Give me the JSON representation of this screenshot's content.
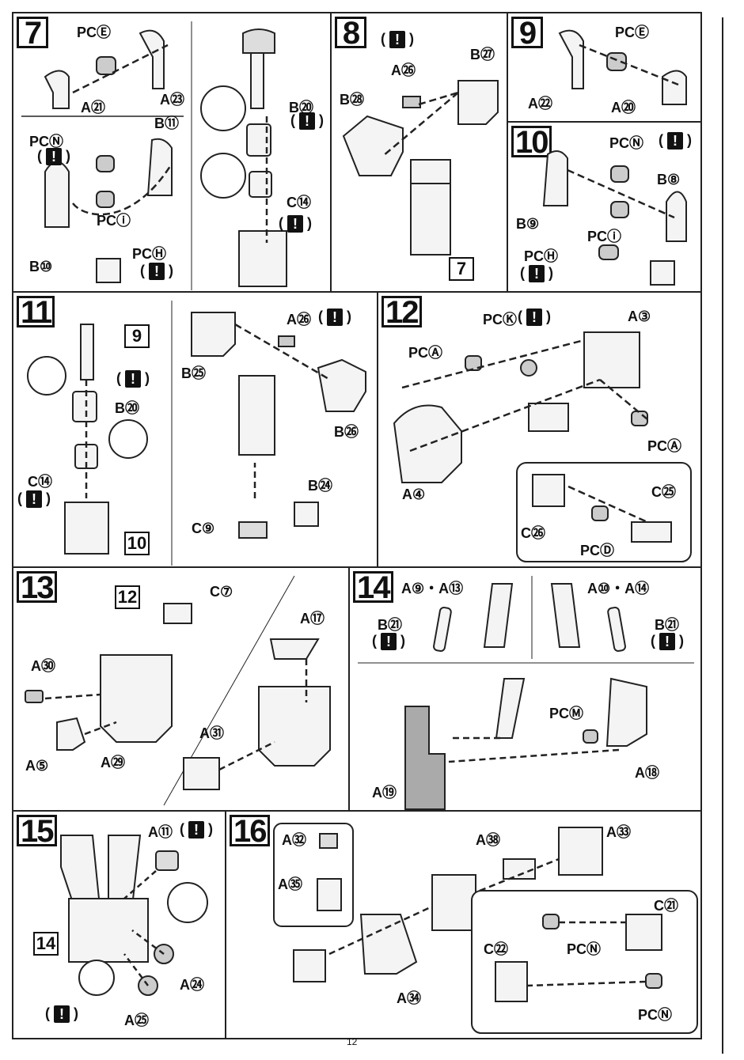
{
  "page_number": "12",
  "steps": {
    "s7": {
      "num": "7",
      "labels": [
        "PCⒺ",
        "A㉓",
        "A㉑",
        "PCⓃ",
        "B⑪",
        "PCⓘ",
        "PCⒽ",
        "B⑩",
        "B⑳",
        "C⑭"
      ]
    },
    "s8": {
      "num": "8",
      "labels": [
        "A㉖",
        "B㉗",
        "B㉘"
      ],
      "ref": "7"
    },
    "s9": {
      "num": "9",
      "labels": [
        "PCⒺ",
        "A㉒",
        "A⑳"
      ]
    },
    "s10": {
      "num": "10",
      "labels": [
        "PCⓃ",
        "B⑧",
        "B⑨",
        "PCⓘ",
        "PCⒽ"
      ]
    },
    "s11": {
      "num": "11",
      "labels": [
        "B⑳",
        "C⑭",
        "B㉕",
        "A㉖",
        "B㉖",
        "B㉔",
        "C⑨"
      ],
      "ref_a": "9",
      "ref_b": "10"
    },
    "s12": {
      "num": "12",
      "labels": [
        "PCⓀ",
        "A③",
        "PCⒶ",
        "A④",
        "PCⒶ",
        "C㉕",
        "C㉖",
        "PCⒹ"
      ]
    },
    "s13": {
      "num": "13",
      "labels": [
        "C⑦",
        "A⑰",
        "A㉚",
        "A⑤",
        "A㉙",
        "A㉛"
      ],
      "ref": "12"
    },
    "s14": {
      "num": "14",
      "labels": [
        "A⑨・A⑬",
        "A⑩・A⑭",
        "B㉑",
        "B㉑",
        "PCⓂ",
        "A⑱",
        "A⑲"
      ]
    },
    "s15": {
      "num": "15",
      "labels": [
        "A⑪",
        "A㉔",
        "A㉕"
      ],
      "ref": "14"
    },
    "s16": {
      "num": "16",
      "labels": [
        "A㉜",
        "A㉟",
        "A㊳",
        "A㉝",
        "C㉑",
        "C㉒",
        "PCⓃ",
        "PCⓃ",
        "A㉞"
      ]
    }
  },
  "warn_glyph": "!",
  "colors": {
    "line": "#222222",
    "part_fill": "#f4f4f4",
    "dark": "#111111"
  }
}
